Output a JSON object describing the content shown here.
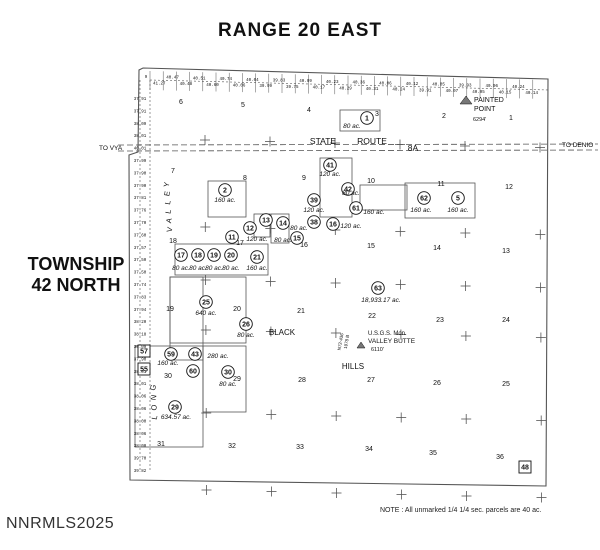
{
  "range_title": "RANGE  20  EAST",
  "township_title": [
    "TOWNSHIP",
    "42  NORTH"
  ],
  "watermark": "NNRMLS2025",
  "note": "NOTE :  All unmarked 1/4 1/4 sec. parcels are 40 ac.",
  "road": {
    "name_words": [
      "STATE",
      "ROUTE",
      "8A"
    ],
    "to_left": "TO VYA",
    "to_right": "TO DENIO"
  },
  "landmarks": {
    "painted_point": {
      "name": [
        "PAINTED",
        "POINT"
      ],
      "elevation": "6294'"
    },
    "valley_butte": {
      "name": [
        "U.S.G.S. Mon.",
        "VALLEY BUTTE"
      ],
      "elevation": "6110'",
      "code": [
        "N72-436",
        "1978 B"
      ]
    }
  },
  "place_words": {
    "valley": [
      "V",
      "A",
      "L",
      "L",
      "E",
      "Y"
    ],
    "long": [
      "L",
      "O",
      "N",
      "G"
    ],
    "black": "BLACK",
    "hills": "HILLS"
  },
  "sections": [
    "1",
    "2",
    "3",
    "4",
    "5",
    "6",
    "7",
    "8",
    "9",
    "10",
    "11",
    "12",
    "13",
    "14",
    "15",
    "16",
    "17",
    "18",
    "19",
    "20",
    "21",
    "22",
    "23",
    "24",
    "25",
    "26",
    "27",
    "28",
    "29",
    "30",
    "31",
    "32",
    "33",
    "34",
    "35",
    "36"
  ],
  "parcels": [
    {
      "id": "1",
      "acreage": "80 ac."
    },
    {
      "id": "2",
      "acreage": "160 ac."
    },
    {
      "id": "5",
      "acreage": "160 ac."
    },
    {
      "id": "11",
      "acreage": ""
    },
    {
      "id": "12",
      "acreage": "120 ac."
    },
    {
      "id": "13",
      "acreage": ""
    },
    {
      "id": "14",
      "acreage": "80 ac."
    },
    {
      "id": "15",
      "acreage": ""
    },
    {
      "id": "16",
      "acreage": "120 ac."
    },
    {
      "id": "17",
      "acreage": "80 ac."
    },
    {
      "id": "18",
      "acreage": "80 ac."
    },
    {
      "id": "19",
      "acreage": "80 ac."
    },
    {
      "id": "20",
      "acreage": "80 ac."
    },
    {
      "id": "21",
      "acreage": "160 ac."
    },
    {
      "id": "25",
      "acreage": "640 ac."
    },
    {
      "id": "26",
      "acreage": "80 ac."
    },
    {
      "id": "29",
      "acreage": "634.57 ac."
    },
    {
      "id": "30",
      "acreage": "80 ac."
    },
    {
      "id": "38",
      "acreage": "80 ac."
    },
    {
      "id": "39",
      "acreage": "120 ac."
    },
    {
      "id": "41",
      "acreage": "120 ac."
    },
    {
      "id": "42",
      "acreage": "80 ac."
    },
    {
      "id": "43",
      "acreage": "280 ac."
    },
    {
      "id": "48",
      "acreage": ""
    },
    {
      "id": "55",
      "acreage": ""
    },
    {
      "id": "57",
      "acreage": ""
    },
    {
      "id": "59",
      "acreage": "160 ac."
    },
    {
      "id": "60",
      "acreage": ""
    },
    {
      "id": "61",
      "acreage": "160 ac."
    },
    {
      "id": "62",
      "acreage": "160 ac."
    },
    {
      "id": "63",
      "acreage": "18,933.17 ac."
    }
  ],
  "lot_values": {
    "top": [
      "9",
      "41.27",
      "40.47",
      "40.48",
      "40.51",
      "40.60",
      "40.74",
      "40.06",
      "40.04",
      "39.99",
      "39.83",
      "39.75",
      "40.09",
      "40.17",
      "40.23",
      "40.29",
      "40.36",
      "40.31",
      "40.06",
      "40.24",
      "40.12",
      "39.91",
      "40.05",
      "40.07",
      "39.93",
      "40.05",
      "40.06",
      "40.15",
      "40.24",
      "40.14"
    ],
    "left": [
      "37.91",
      "37.91",
      "38.09",
      "38.01",
      "40.01",
      "37.99",
      "37.90",
      "37.90",
      "37.81",
      "37.76",
      "37.70",
      "37.60",
      "37.57",
      "37.50",
      "37.50",
      "37.74",
      "37.83",
      "37.94",
      "38.20",
      "38.18",
      "38.09",
      "37.90",
      "38.01",
      "38.01",
      "38.06",
      "38.06",
      "38.00",
      "38.06",
      "38.00",
      "39.70",
      "39.82"
    ]
  },
  "colors": {
    "line": "#555555",
    "dark": "#111111",
    "parcel_fill": "#ffffff"
  }
}
